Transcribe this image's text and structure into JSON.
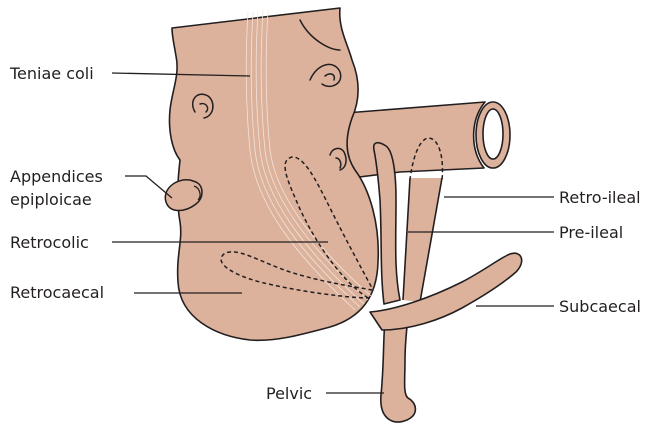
{
  "labels": {
    "teniae_coli": "Teniae coli",
    "appendices_line1": "Appendices",
    "appendices_line2": "epiploicae",
    "retrocolic": "Retrocolic",
    "retrocaecal": "Retrocaecal",
    "retro_ileal": "Retro-ileal",
    "pre_ileal": "Pre-ileal",
    "subcaecal": "Subcaecal",
    "pelvic": "Pelvic"
  },
  "colors": {
    "tissue": "#dcb29c",
    "tissue_dark": "#c99c85",
    "outline": "#231f20",
    "lumen": "#ffffff"
  }
}
